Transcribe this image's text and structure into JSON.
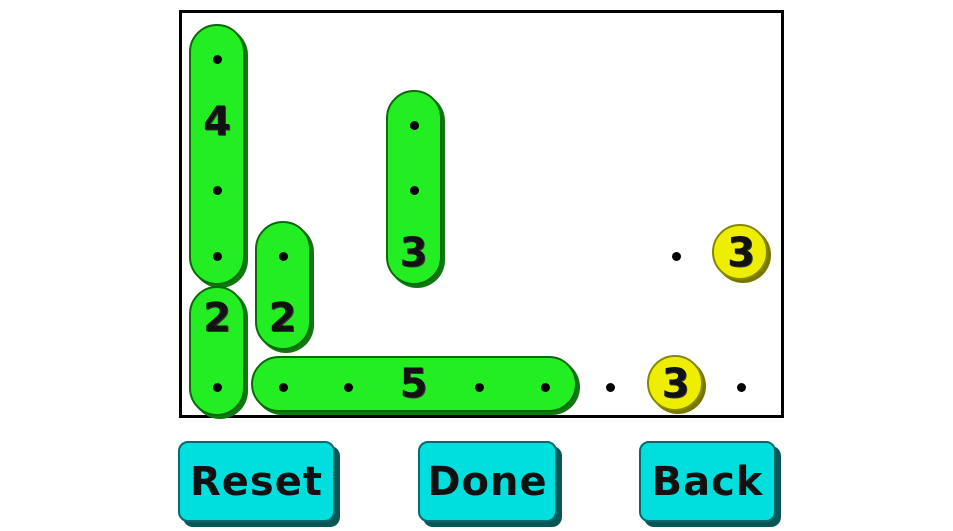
{
  "colors": {
    "piece_fill": "#22ee22",
    "target_fill": "#eeee00",
    "button_fill": "#00dede"
  },
  "grid": {
    "columns": 9,
    "rows": 6
  },
  "pieces": [
    {
      "col": 0,
      "row": 0,
      "len": 4,
      "dir": "vertical",
      "label": "4",
      "label_index": 1
    },
    {
      "col": 3,
      "row": 1,
      "len": 3,
      "dir": "vertical",
      "label": "3",
      "label_index": 2
    },
    {
      "col": 1,
      "row": 3,
      "len": 2,
      "dir": "vertical",
      "label": "2",
      "label_index": 1
    },
    {
      "col": 0,
      "row": 4,
      "len": 2,
      "dir": "vertical",
      "label": "2",
      "label_index": 0
    },
    {
      "col": 1,
      "row": 5,
      "len": 5,
      "dir": "horizontal",
      "label": "5",
      "label_index": 2
    }
  ],
  "free_dots": [
    {
      "col": 7,
      "row": 3
    },
    {
      "col": 6,
      "row": 5
    },
    {
      "col": 8,
      "row": 5
    }
  ],
  "targets": [
    {
      "col": 8,
      "row": 3,
      "label": "3"
    },
    {
      "col": 7,
      "row": 5,
      "label": "3"
    }
  ],
  "buttons": {
    "reset": "Reset",
    "done": "Done",
    "back": "Back"
  }
}
